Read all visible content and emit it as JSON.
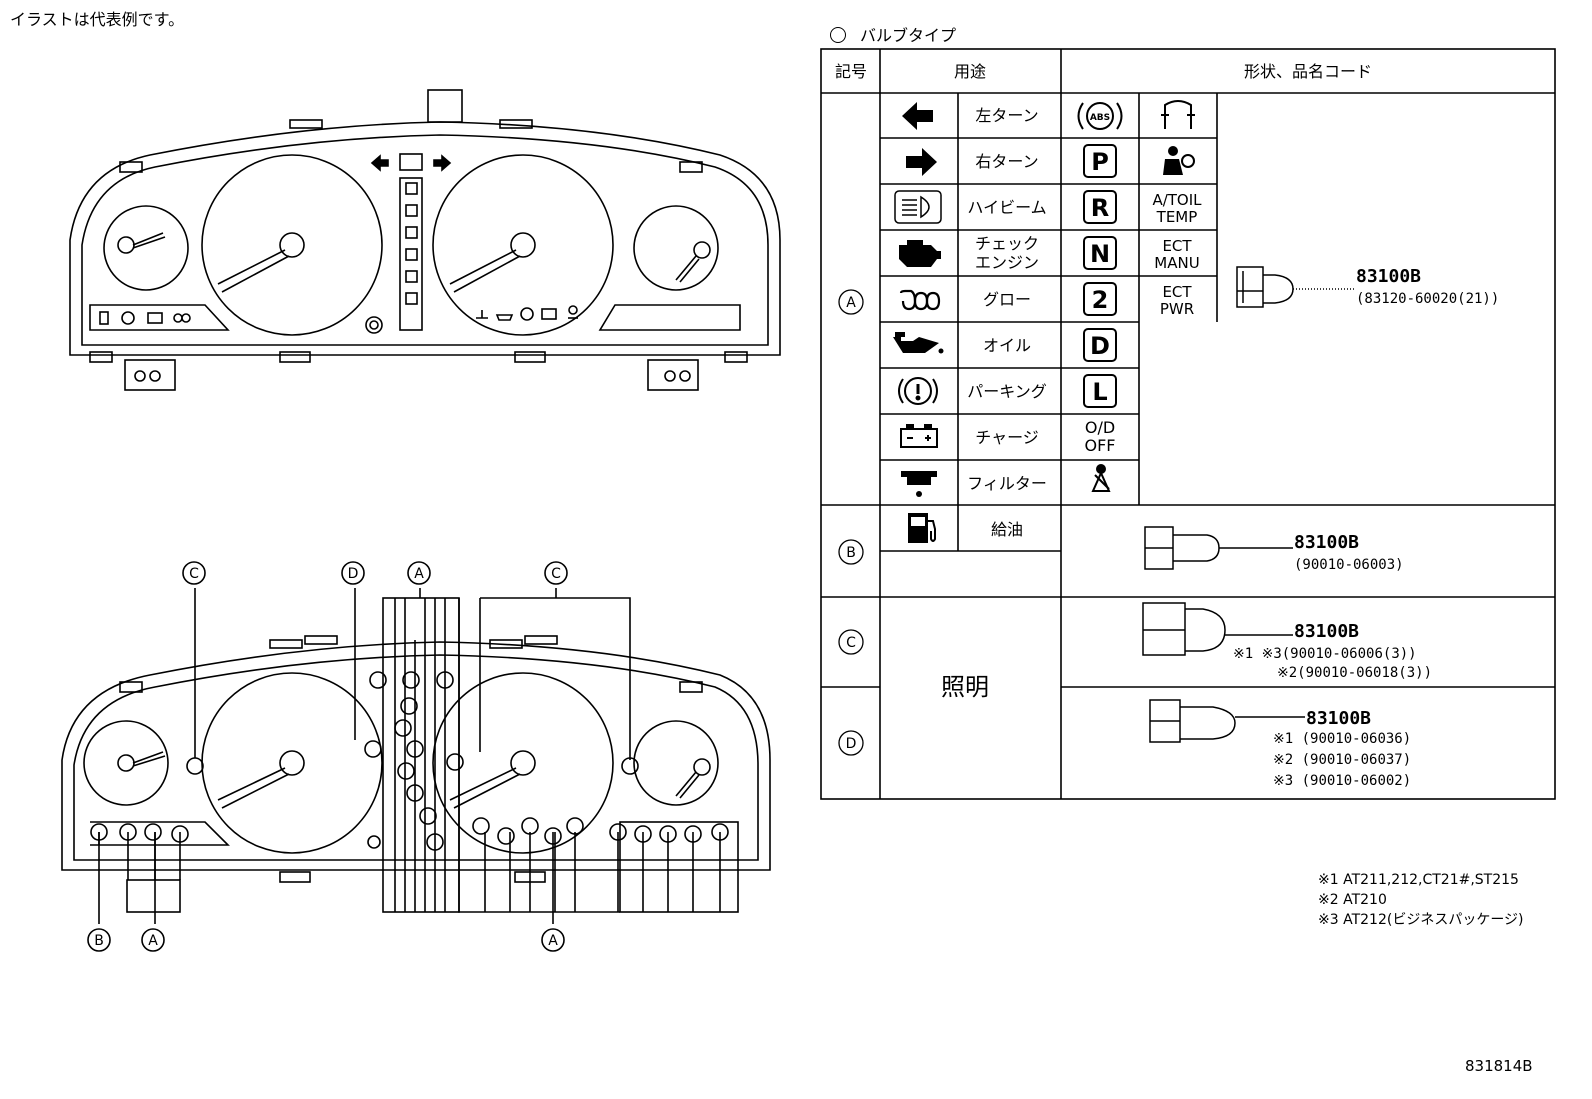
{
  "note": "イラストは代表例です。",
  "legend": "バルブタイプ",
  "table": {
    "headers": [
      "記号",
      "用途",
      "形状、品名コード"
    ],
    "rows_a": {
      "symbol": "A",
      "uses": [
        "左ターン",
        "右ターン",
        "ハイビーム",
        "チェック\nエンジン",
        "グロー",
        "オイル",
        "パーキング",
        "チャージ",
        "フィルター"
      ],
      "col2_text": {
        "at_oil": "A/TOIL",
        "temp": "TEMP",
        "ect": "ECT",
        "manu": "MANU",
        "ect2": "ECT",
        "pwr": "PWR"
      },
      "col1_letters": [
        "P",
        "R",
        "N",
        "2",
        "D",
        "L"
      ],
      "od_top": "O/D",
      "od_bottom": "OFF",
      "part": "83100B",
      "part_sub": "(83120-60020(21))"
    },
    "row_b": {
      "symbol": "B",
      "use": "給油",
      "part": "83100B",
      "part_sub": "(90010-06003)"
    },
    "row_c": {
      "symbol": "C",
      "part": "83100B",
      "sub1": "※1 ※3(90010-06006(3))",
      "sub2": "※2(90010-06018(3))"
    },
    "row_cd_use": "照明",
    "row_d": {
      "symbol": "D",
      "part": "83100B",
      "sub1": "※1 (90010-06036)",
      "sub2": "※2 (90010-06037)",
      "sub3": "※3 (90010-06002)"
    }
  },
  "diagram_labels": {
    "c1": "C",
    "d": "D",
    "a1": "A",
    "c2": "C",
    "b": "B",
    "a2": "A",
    "a3": "A"
  },
  "footnotes": [
    "※1 AT211,212,CT21#,ST215",
    "※2 AT210",
    "※3 AT212(ビジネスパッケージ)"
  ],
  "drawing_number": "831814B"
}
